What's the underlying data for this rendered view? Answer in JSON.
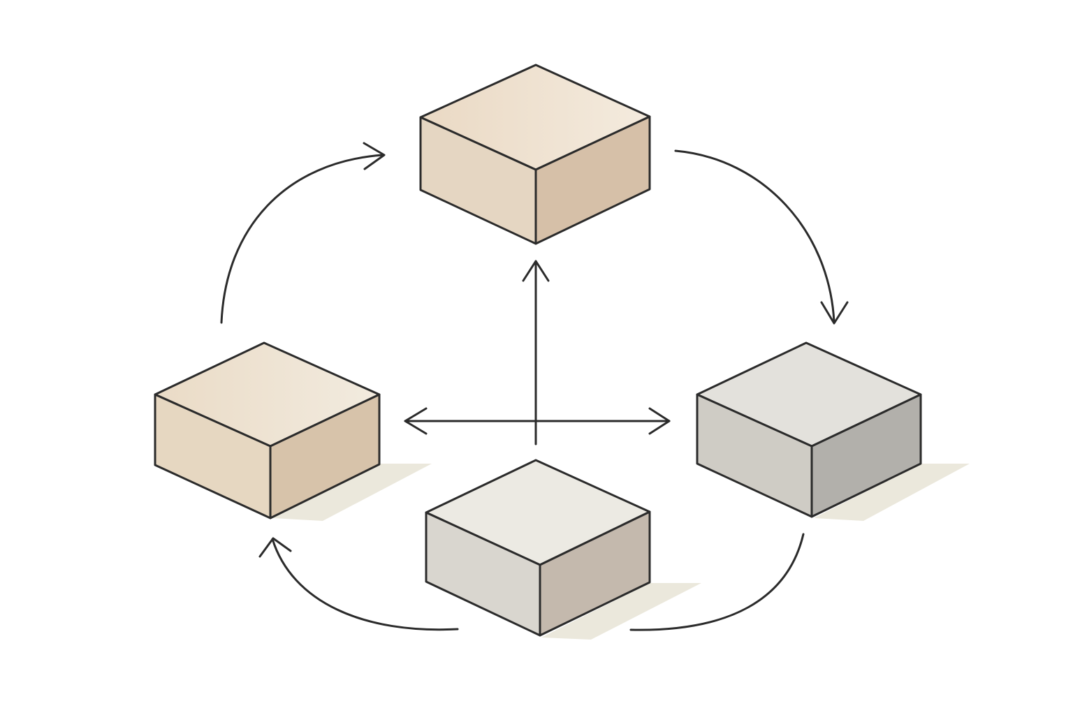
{
  "diagram": {
    "background": "#ffffff",
    "stroke_color": "#2b2b2b",
    "shadow_color": "#ebe8dc",
    "nodes": [
      {
        "id": "top",
        "palette": {
          "top": "#f1e6d6",
          "left": "#e5d6c2",
          "right": "#d6c0a8"
        }
      },
      {
        "id": "left",
        "palette": {
          "top": "#f0e7d8",
          "left": "#e6d7c1",
          "right": "#d7c3aa"
        }
      },
      {
        "id": "right",
        "palette": {
          "top": "#e3e1dc",
          "left": "#cfccc5",
          "right": "#b2b0ab"
        }
      },
      {
        "id": "bottom",
        "palette": {
          "top": "#eceae3",
          "left": "#d9d6cf",
          "right": "#c4b9ad"
        }
      }
    ],
    "connections": [
      {
        "id": "cycle-left-to-top",
        "from": "left",
        "to": "top",
        "kind": "curved"
      },
      {
        "id": "cycle-top-to-right",
        "from": "top",
        "to": "right",
        "kind": "curved"
      },
      {
        "id": "cycle-right-to-bottom",
        "from": "right",
        "to": "bottom",
        "kind": "curved"
      },
      {
        "id": "cycle-bottom-to-left",
        "from": "bottom",
        "to": "left",
        "kind": "curved"
      },
      {
        "id": "center-to-top",
        "from": "bottom",
        "to": "top",
        "kind": "straight"
      },
      {
        "id": "center-to-left",
        "from": "center",
        "to": "left",
        "kind": "straight"
      },
      {
        "id": "center-to-right",
        "from": "center",
        "to": "right",
        "kind": "straight"
      }
    ]
  }
}
